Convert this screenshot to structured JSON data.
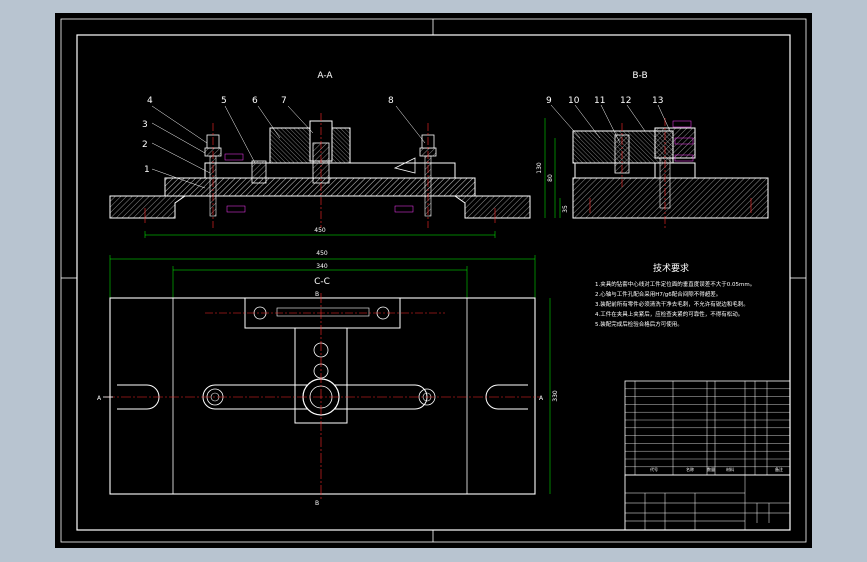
{
  "views": {
    "aa_title": "A-A",
    "bb_title": "B-B",
    "cc_title": "C-C"
  },
  "callouts": [
    "1",
    "2",
    "3",
    "4",
    "5",
    "6",
    "7",
    "8",
    "9",
    "10",
    "11",
    "12",
    "13"
  ],
  "dimensions": {
    "aa_width": "450",
    "plan_outer": "450",
    "plan_inner": "340",
    "plan_height": "330",
    "bb_h1": "130",
    "bb_h2": "80",
    "bb_h3": "35"
  },
  "section_marks": {
    "a_left": "A",
    "a_right": "A",
    "b_top": "B",
    "b_bottom": "B"
  },
  "tech_req": {
    "title": "技术要求",
    "lines": [
      "1.夹具的钻套中心线对工件定位面的垂直度误差不大于0.05mm。",
      "2.心轴与工件孔配合采用H7/g6配合间隙不得超差。",
      "3.装配前所有零件必须清洗干净去毛刺，不允许有锐边和毛刺。",
      "4.工件在夹具上夹紧后，应检查夹紧的可靠性，不得有松动。",
      "5.装配完成后检验合格后方可使用。"
    ]
  },
  "title_block": {
    "col_code": "代号",
    "col_name": "名称",
    "col_qty": "数量",
    "col_material": "材料",
    "col_note": "备注"
  },
  "colors": {
    "background": "#000000",
    "part_line": "#ffffff",
    "center_line": "#ff2a2a",
    "dimension": "#00ff00",
    "annotation": "#ff3cff",
    "hatch": "#d8d8d8"
  }
}
